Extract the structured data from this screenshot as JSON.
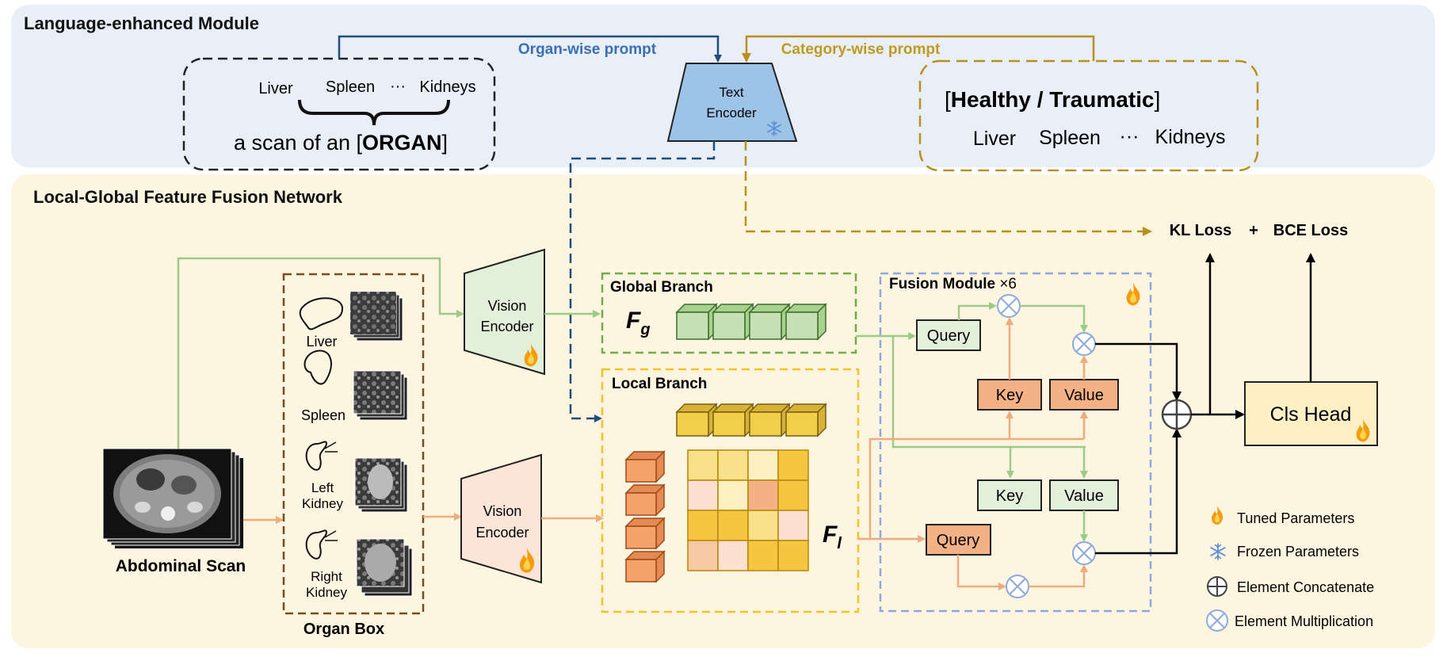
{
  "modules": {
    "language_title": "Language-enhanced Module",
    "fusion_network_title": "Local-Global Feature Fusion Network"
  },
  "prompts": {
    "organ_wise": "Organ-wise prompt",
    "category_wise": "Category-wise prompt",
    "organ_template": {
      "organs": [
        "Liver",
        "Spleen",
        "···",
        "Kidneys"
      ],
      "prefix": "a scan of an [",
      "placeholder": "ORGAN",
      "suffix": "]"
    },
    "category_template": {
      "open": "[",
      "healthy": "Healthy",
      "sep": " / ",
      "traumatic": "Traumatic",
      "close": "]",
      "organs": [
        "Liver",
        "Spleen",
        "···",
        "Kidneys"
      ]
    }
  },
  "text_encoder": {
    "line1": "Text",
    "line2": "Encoder"
  },
  "vision_encoder": {
    "line1": "Vision",
    "line2": "Encoder"
  },
  "input": {
    "label": "Abdominal Scan"
  },
  "organ_box": {
    "title": "Organ Box",
    "organs": [
      {
        "label": "Liver"
      },
      {
        "label": "Spleen"
      },
      {
        "label": "Left\nKidney"
      },
      {
        "label": "Right\nKidney"
      }
    ]
  },
  "global_branch": {
    "title": "Global Branch",
    "symbol": "F",
    "subscript": "g"
  },
  "local_branch": {
    "title": "Local Branch",
    "symbol": "F",
    "subscript": "l"
  },
  "fusion": {
    "title": "Fusion Module",
    "repeat": "×6",
    "query": "Query",
    "key": "Key",
    "value": "Value"
  },
  "head": {
    "label": "Cls Head"
  },
  "losses": {
    "kl": "KL Loss",
    "plus": "+",
    "bce": "BCE Loss"
  },
  "legend": [
    {
      "icon": "flame-icon",
      "label": "Tuned Parameters"
    },
    {
      "icon": "snowflake-icon",
      "label": "Frozen Parameters"
    },
    {
      "icon": "circle-plus-icon",
      "label": "Element Concatenate"
    },
    {
      "icon": "circle-times-icon",
      "label": "Element Multiplication"
    }
  ],
  "colors": {
    "language_bg": "#e8eff8",
    "network_bg": "#fdf5e0",
    "organ_prompt_blue": "#3a6fb5",
    "category_gold": "#c09a1e",
    "green_arrow": "#9bcb86",
    "orange_arrow": "#f0aa80",
    "key_fill": "#f4b183",
    "dark_blue_dashed": "#1f4e79"
  }
}
